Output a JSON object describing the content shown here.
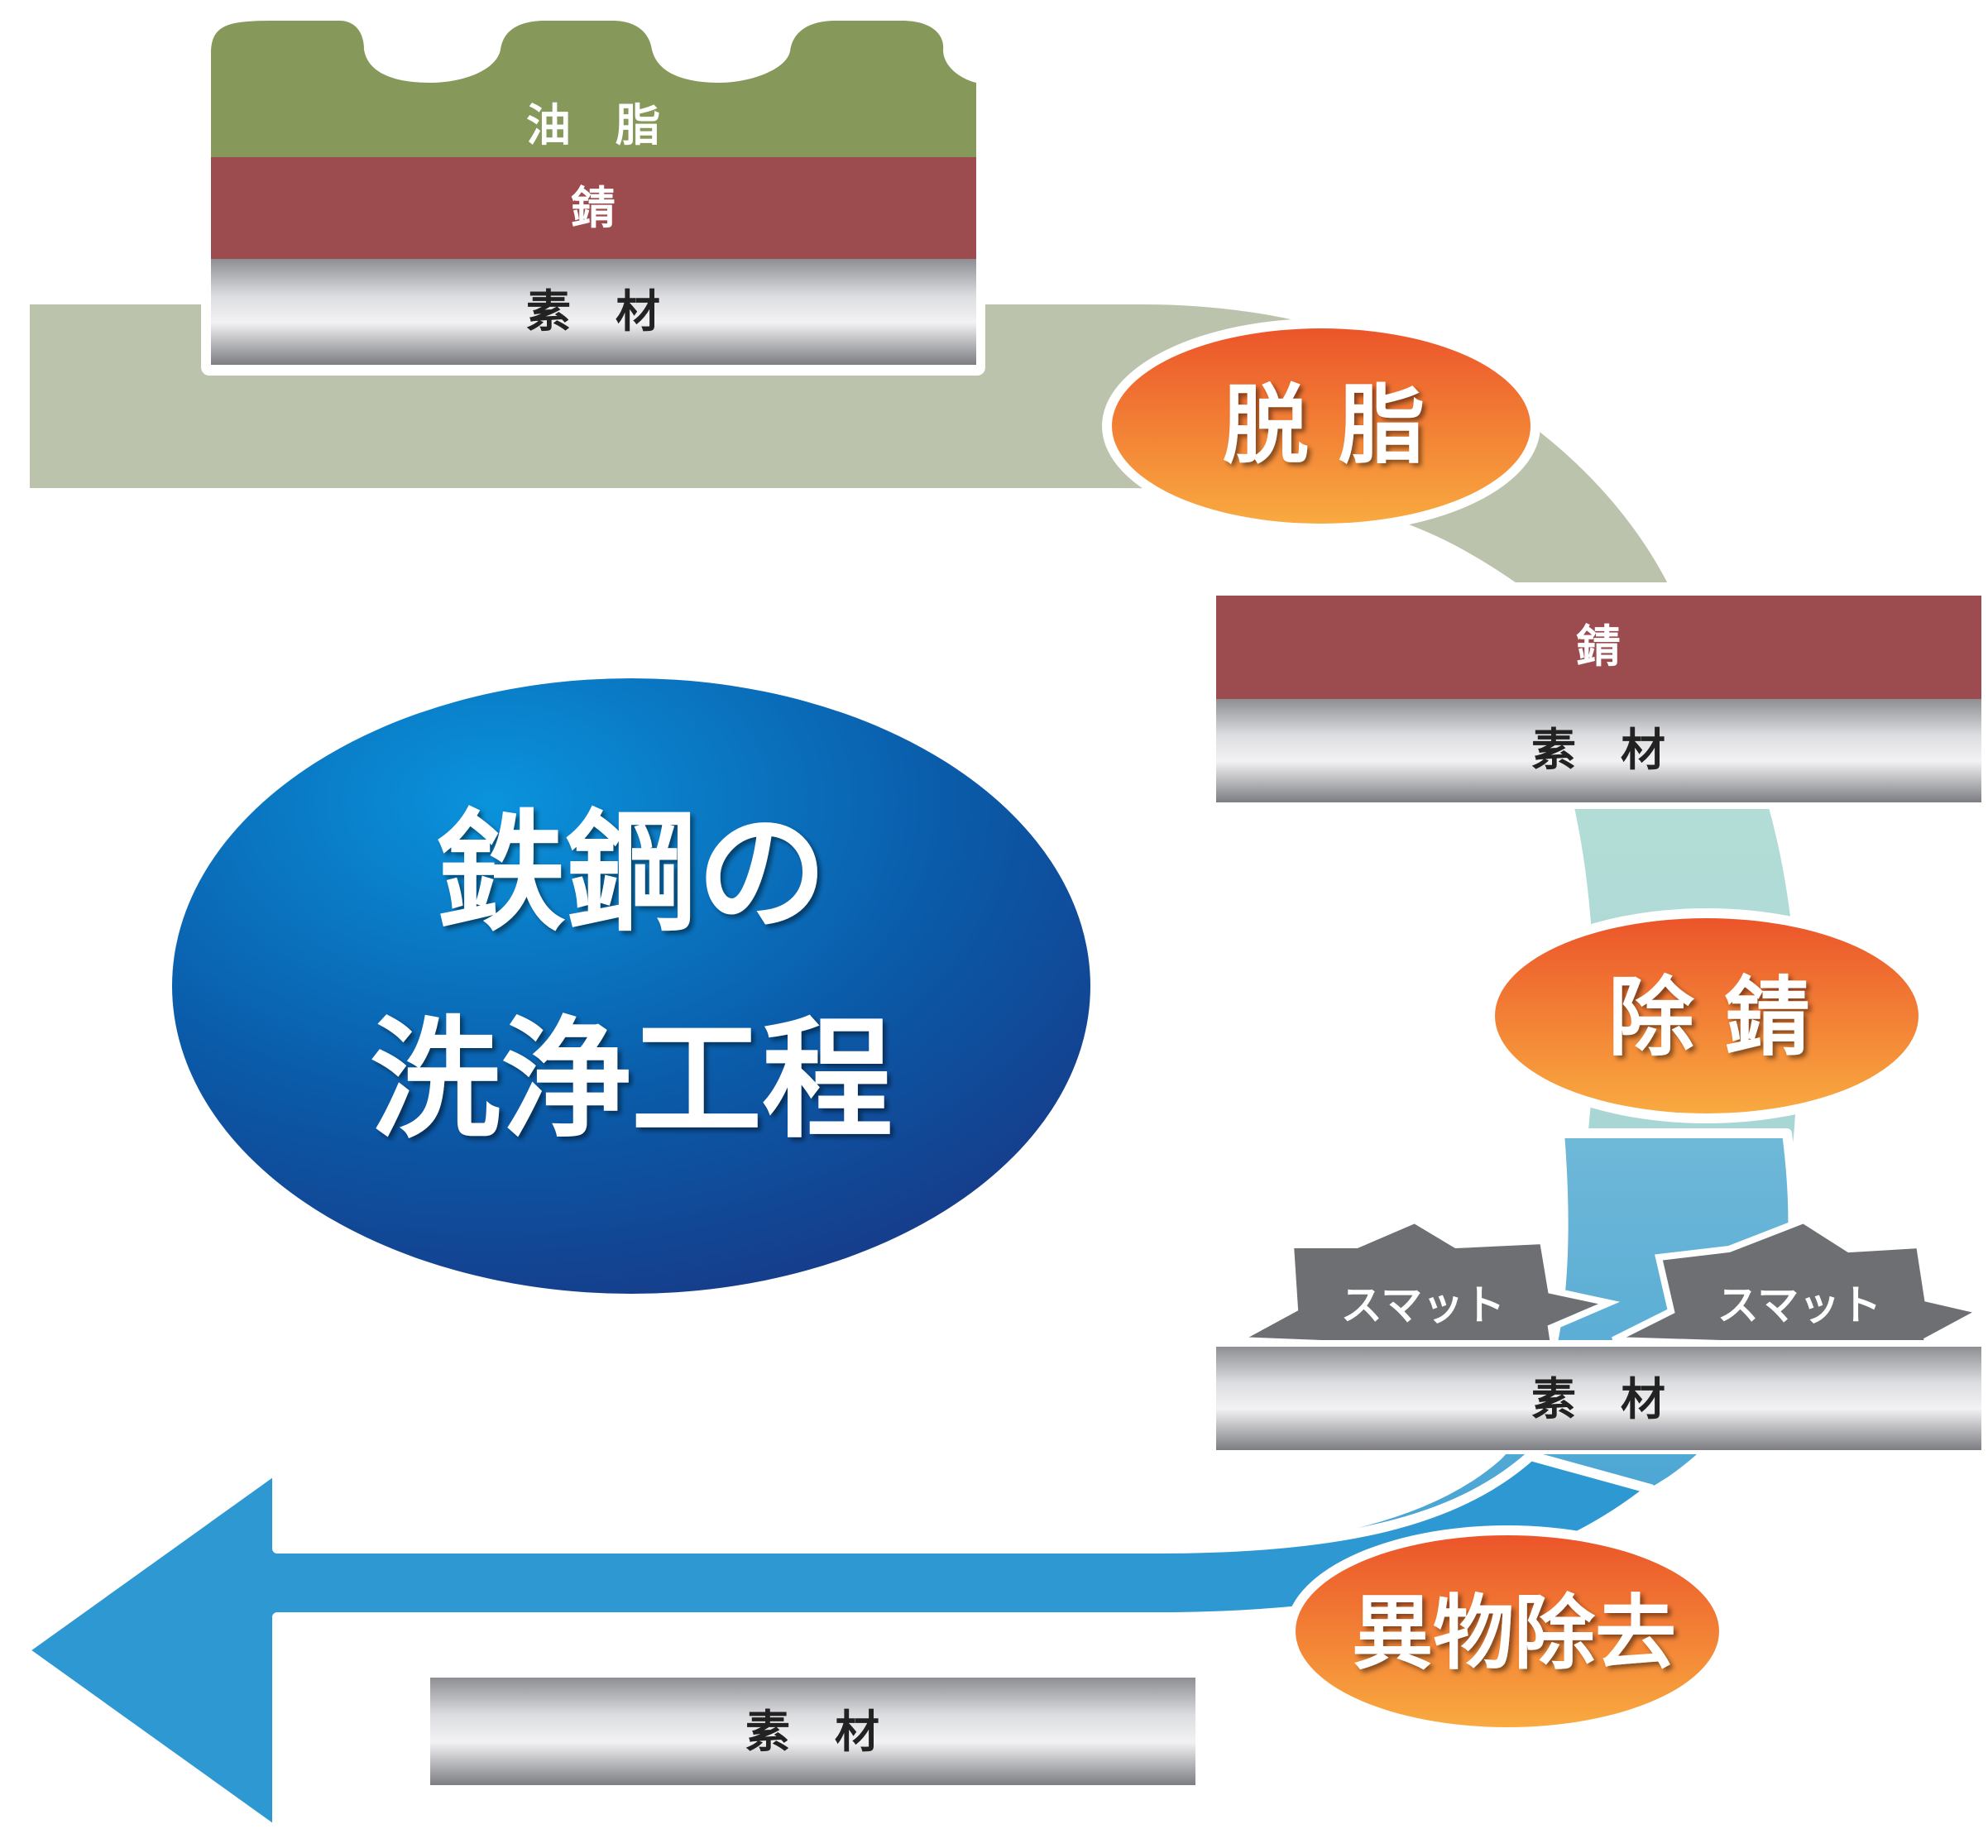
{
  "title": {
    "line1": "鉄鋼の",
    "line2": "洗浄工程"
  },
  "layers": {
    "oil": "油　脂",
    "rust": "錆",
    "base": "素　材",
    "smut": "スマット"
  },
  "steps": [
    {
      "label": "脱 脂"
    },
    {
      "label": "除 錆"
    },
    {
      "label": "異物除去"
    }
  ],
  "colors": {
    "oil": "#86995a",
    "rust": "#9c4c4e",
    "metal_light": "#e6e6e8",
    "metal_dark": "#8d8e92",
    "smut": "#6e6f73",
    "band1": "#bcc3ad",
    "band2": "#b3dcd6",
    "band3": "#2e9ad3",
    "step_top": "#ec5a2b",
    "step_bottom": "#f8a53d",
    "title_oval_center": "#0a8fd8",
    "title_oval_edge": "#123e8e"
  }
}
